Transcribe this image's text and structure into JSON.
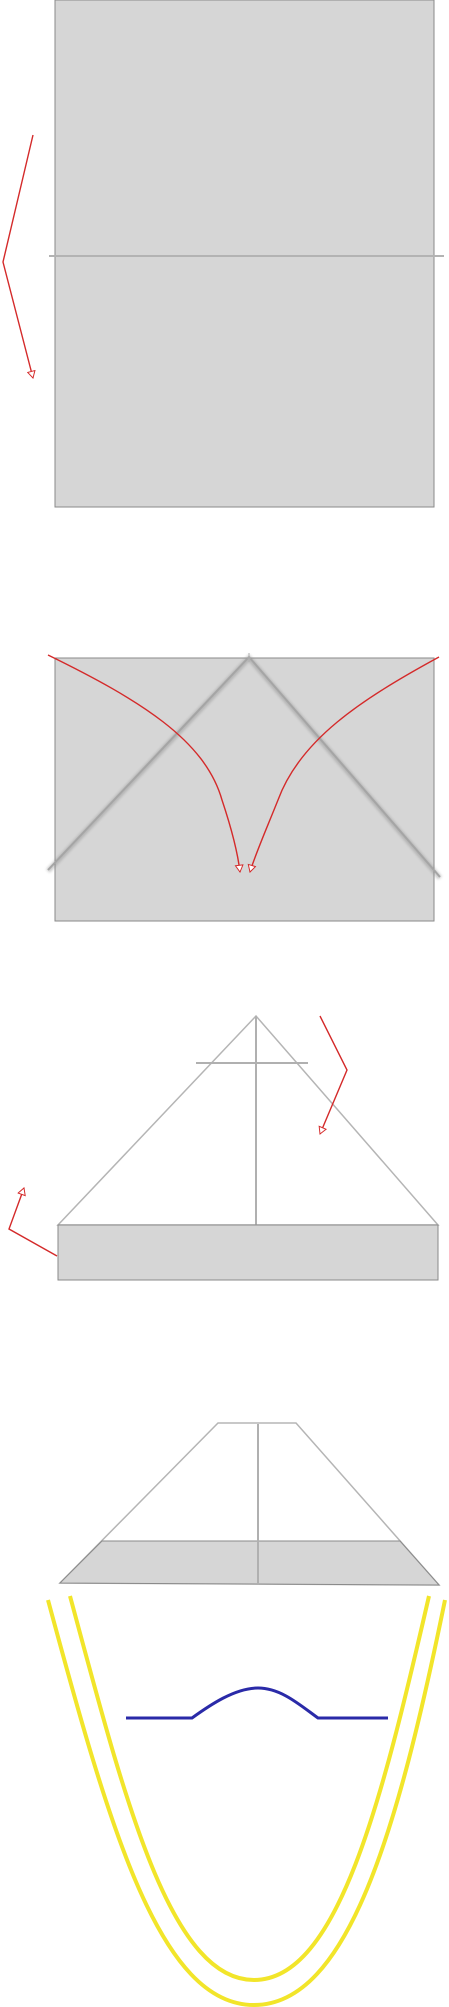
{
  "colors": {
    "paper_fill": "#d6d6d6",
    "paper_edge": "#8a8a8a",
    "crease": "#a9a9a9",
    "arrow": "#d42a2a",
    "hat_yellow": "#f2e52a",
    "wave_blue": "#2a2aa8",
    "background": "#ffffff"
  },
  "steps": [
    {
      "id": "step-1",
      "action": "fold-in-half-down",
      "arrow": "curved-down-left-side"
    },
    {
      "id": "step-2",
      "action": "fold-top-corners-to-center",
      "arrows": 2
    },
    {
      "id": "step-3",
      "action": "fold-bottom-flaps-up",
      "arrows": 2
    },
    {
      "id": "step-4",
      "action": "open-into-boat-shape"
    }
  ],
  "icons": {
    "fold_arrow": "fold-arrow-icon",
    "paper": "paper-square-icon"
  }
}
